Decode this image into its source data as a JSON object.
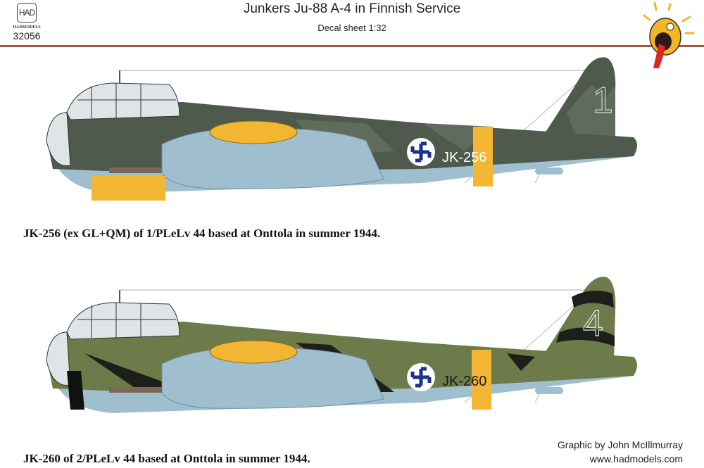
{
  "header": {
    "logo_text": "HAD",
    "brand": "HADMODELS",
    "product_code": "32056",
    "title": "Junkers Ju-88 A-4 in Finnish Service",
    "subtitle": "Decal sheet 1:32"
  },
  "aircraft": [
    {
      "code": "JK-256",
      "tail_number": "1",
      "caption": "JK-256 (ex GL+QM) of 1/PLeLv 44 based at Onttola in summer 1944.",
      "colors": {
        "upper": "#4d5a4c",
        "camo": "#5f6c5c",
        "lower": "#9fbfcf",
        "band": "#f2b632",
        "roundel": "#1d2f8f",
        "code_text": "#ffffff"
      }
    },
    {
      "code": "JK-260",
      "tail_number": "4",
      "caption": "JK-260 of 2/PLeLv 44 based at Onttola in summer 1944.",
      "colors": {
        "upper": "#6d7a4a",
        "camo": "#1e1e1a",
        "lower": "#9fbfcf",
        "band": "#f2b632",
        "roundel": "#1d2f8f",
        "code_text": "#1a1a1a"
      }
    }
  ],
  "footer": {
    "credit": "Graphic by John McIllmurray",
    "website": "www.hadmodels.com"
  }
}
